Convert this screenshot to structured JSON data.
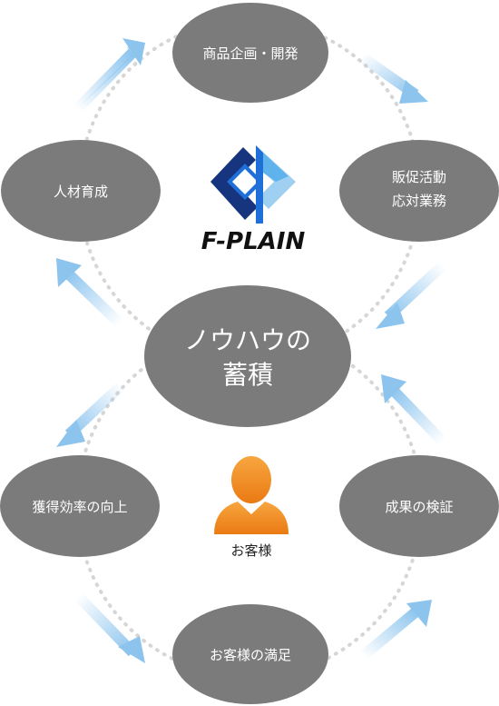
{
  "nodes": {
    "product_planning": "商品企画・開発",
    "sales_line1": "販促活動",
    "sales_line2": "応対業務",
    "hr": "人材育成",
    "knowhow_line1": "ノウハウの",
    "knowhow_line2": "蓄積",
    "acquisition": "獲得効率の向上",
    "verification": "成果の検証",
    "satisfaction": "お客様の満足"
  },
  "logo": {
    "text": "F-PLAIN"
  },
  "customer": {
    "label": "お客様",
    "icon": "person-icon"
  },
  "colors": {
    "node_fill": "#7b7b7b",
    "arrow": "#8cc4ee",
    "dots": "#d6d6d6",
    "logo_dark": "#17357f",
    "logo_blue": "#1f6fd8",
    "logo_light": "#9fd0f2",
    "person": "#f08a1e"
  }
}
